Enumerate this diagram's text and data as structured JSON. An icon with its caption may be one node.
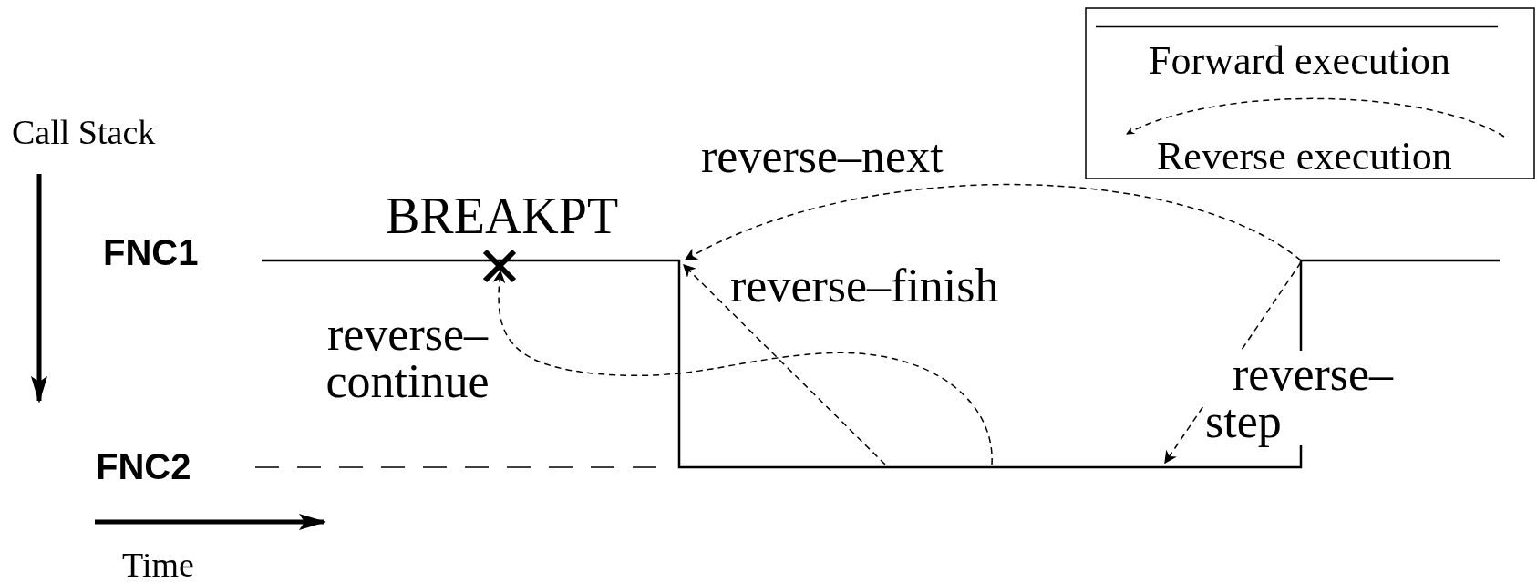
{
  "diagram": {
    "labels": [
      "Call Stack",
      "FNC1",
      "FNC2",
      "Time",
      "BREAKPT",
      "reverse–next",
      "reverse–finish",
      "reverse– continue",
      "reverse– step"
    ],
    "legend": [
      {
        "text": "Forward execution"
      },
      {
        "text": "Reverse execution"
      }
    ]
  }
}
